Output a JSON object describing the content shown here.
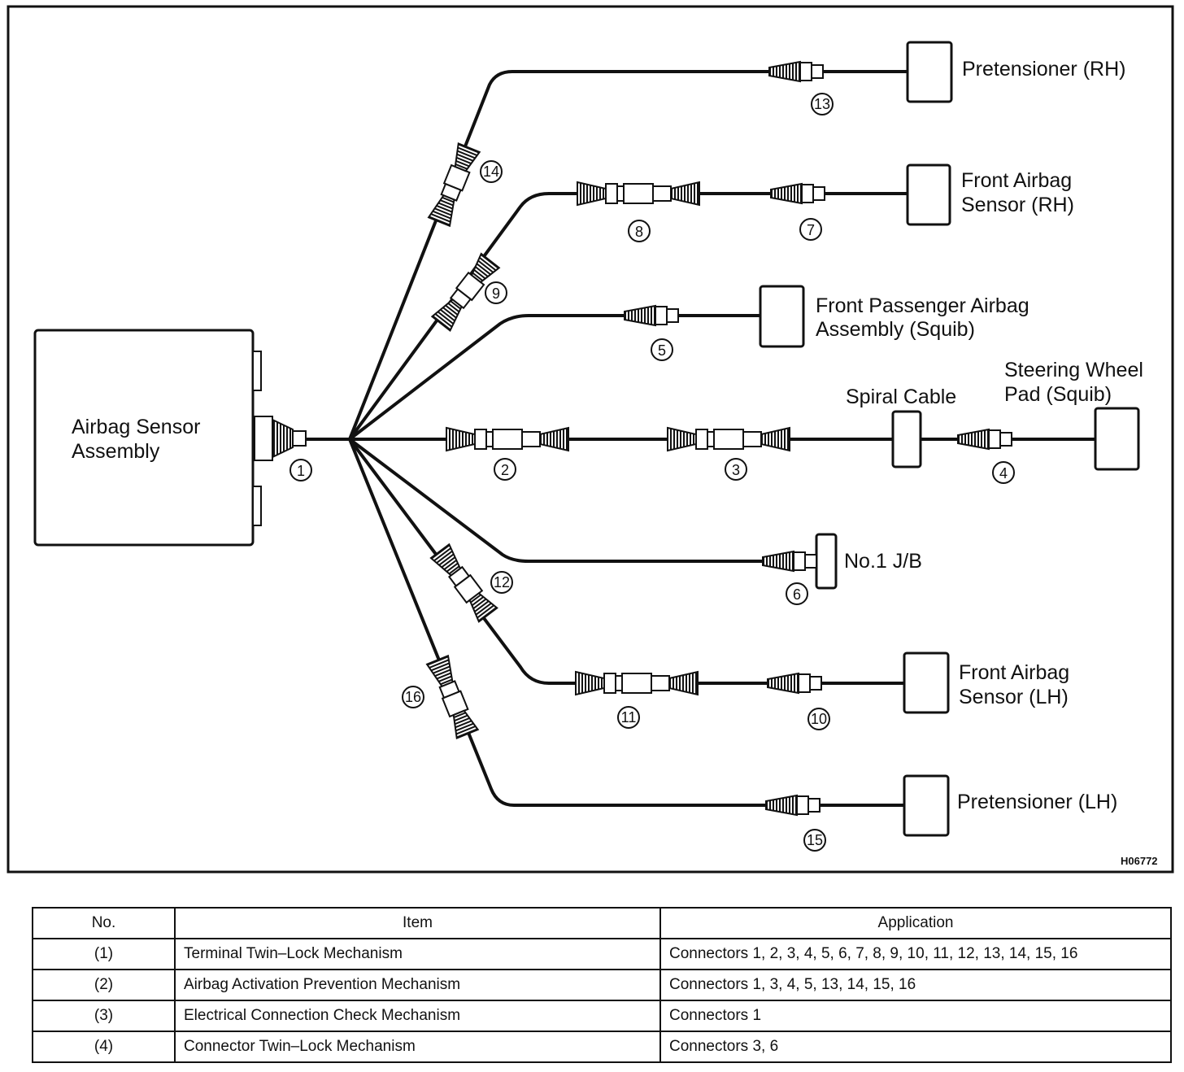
{
  "components": {
    "sensor_assembly": [
      "Airbag Sensor",
      "Assembly"
    ],
    "pretensioner_rh": "Pretensioner (RH)",
    "front_airbag_sensor_rh": [
      "Front Airbag",
      "Sensor (RH)"
    ],
    "passenger_airbag": [
      "Front Passenger Airbag",
      "Assembly (Squib)"
    ],
    "spiral_cable": "Spiral Cable",
    "steering_wheel_pad": [
      "Steering Wheel",
      "Pad (Squib)"
    ],
    "junction_block": "No.1 J/B",
    "front_airbag_sensor_lh": [
      "Front Airbag",
      "Sensor (LH)"
    ],
    "pretensioner_lh": "Pretensioner (LH)"
  },
  "connector_numbers": [
    "1",
    "2",
    "3",
    "4",
    "5",
    "6",
    "7",
    "8",
    "9",
    "10",
    "11",
    "12",
    "13",
    "14",
    "15",
    "16"
  ],
  "figure_code": "H06772",
  "table": {
    "headers": [
      "No.",
      "Item",
      "Application"
    ],
    "rows": [
      [
        "(1)",
        "Terminal Twin–Lock Mechanism",
        "Connectors 1, 2, 3, 4, 5, 6, 7, 8, 9, 10, 11, 12, 13, 14, 15, 16"
      ],
      [
        "(2)",
        "Airbag Activation Prevention Mechanism",
        "Connectors 1, 3, 4, 5, 13, 14, 15, 16"
      ],
      [
        "(3)",
        "Electrical Connection Check Mechanism",
        "Connectors 1"
      ],
      [
        "(4)",
        "Connector Twin–Lock Mechanism",
        "Connectors 3, 6"
      ]
    ]
  }
}
